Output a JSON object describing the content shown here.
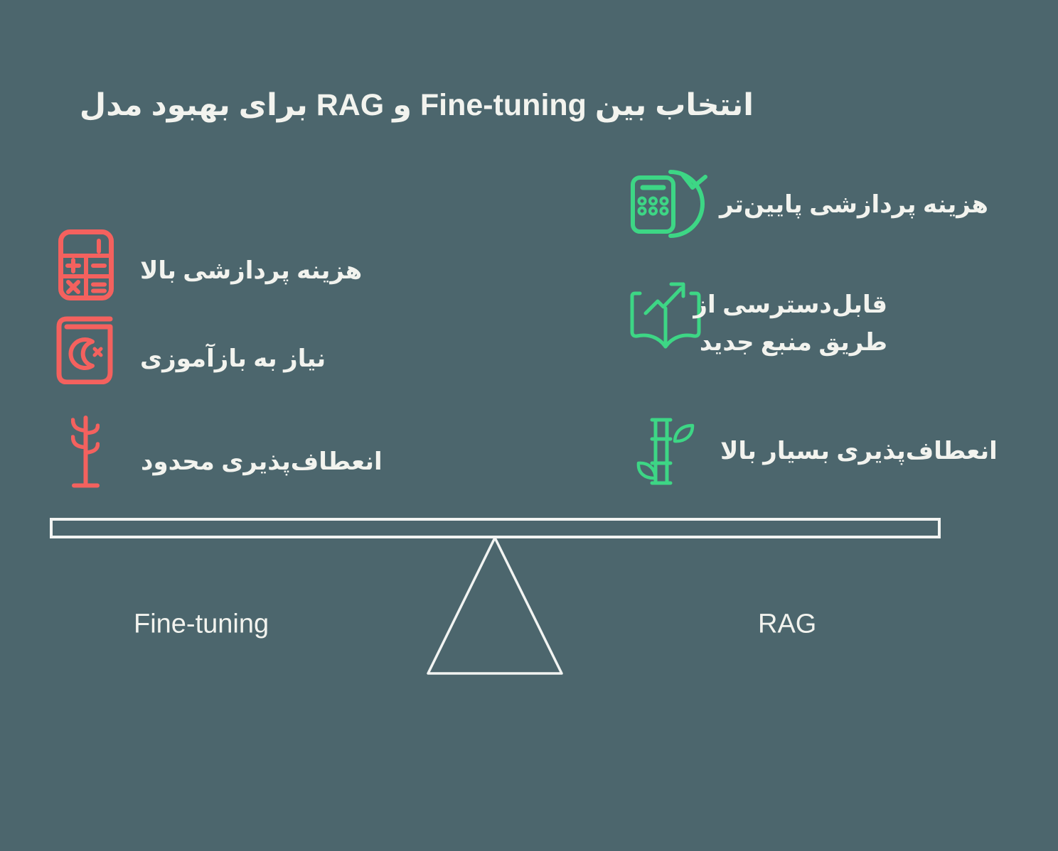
{
  "title": "انتخاب بین Fine-tuning و RAG برای بهبود مدل",
  "colors": {
    "background": "#4C666D",
    "negative": "#F4615E",
    "positive": "#3DD685",
    "text": "#F2F3EE",
    "beam": "#F2F4F2"
  },
  "fine_tuning": {
    "side_label": "Fine-tuning",
    "items": [
      {
        "icon": "calculator-icon",
        "label": "هزینه پردازشی بالا"
      },
      {
        "icon": "book-retraining-icon",
        "label": "نیاز به بازآموزی"
      },
      {
        "icon": "bare-tree-icon",
        "label": "انعطاف‌پذیری محدود"
      }
    ]
  },
  "rag": {
    "side_label": "RAG",
    "items": [
      {
        "icon": "calculator-refresh-icon",
        "label": "هزینه پردازشی پایین‌تر"
      },
      {
        "icon": "open-book-growth-icon",
        "label_line1": "قابل‌دسترسی از",
        "label_line2": "طریق منبع جدید"
      },
      {
        "icon": "bamboo-icon",
        "label": "انعطاف‌پذیری بسیار بالا"
      }
    ]
  }
}
